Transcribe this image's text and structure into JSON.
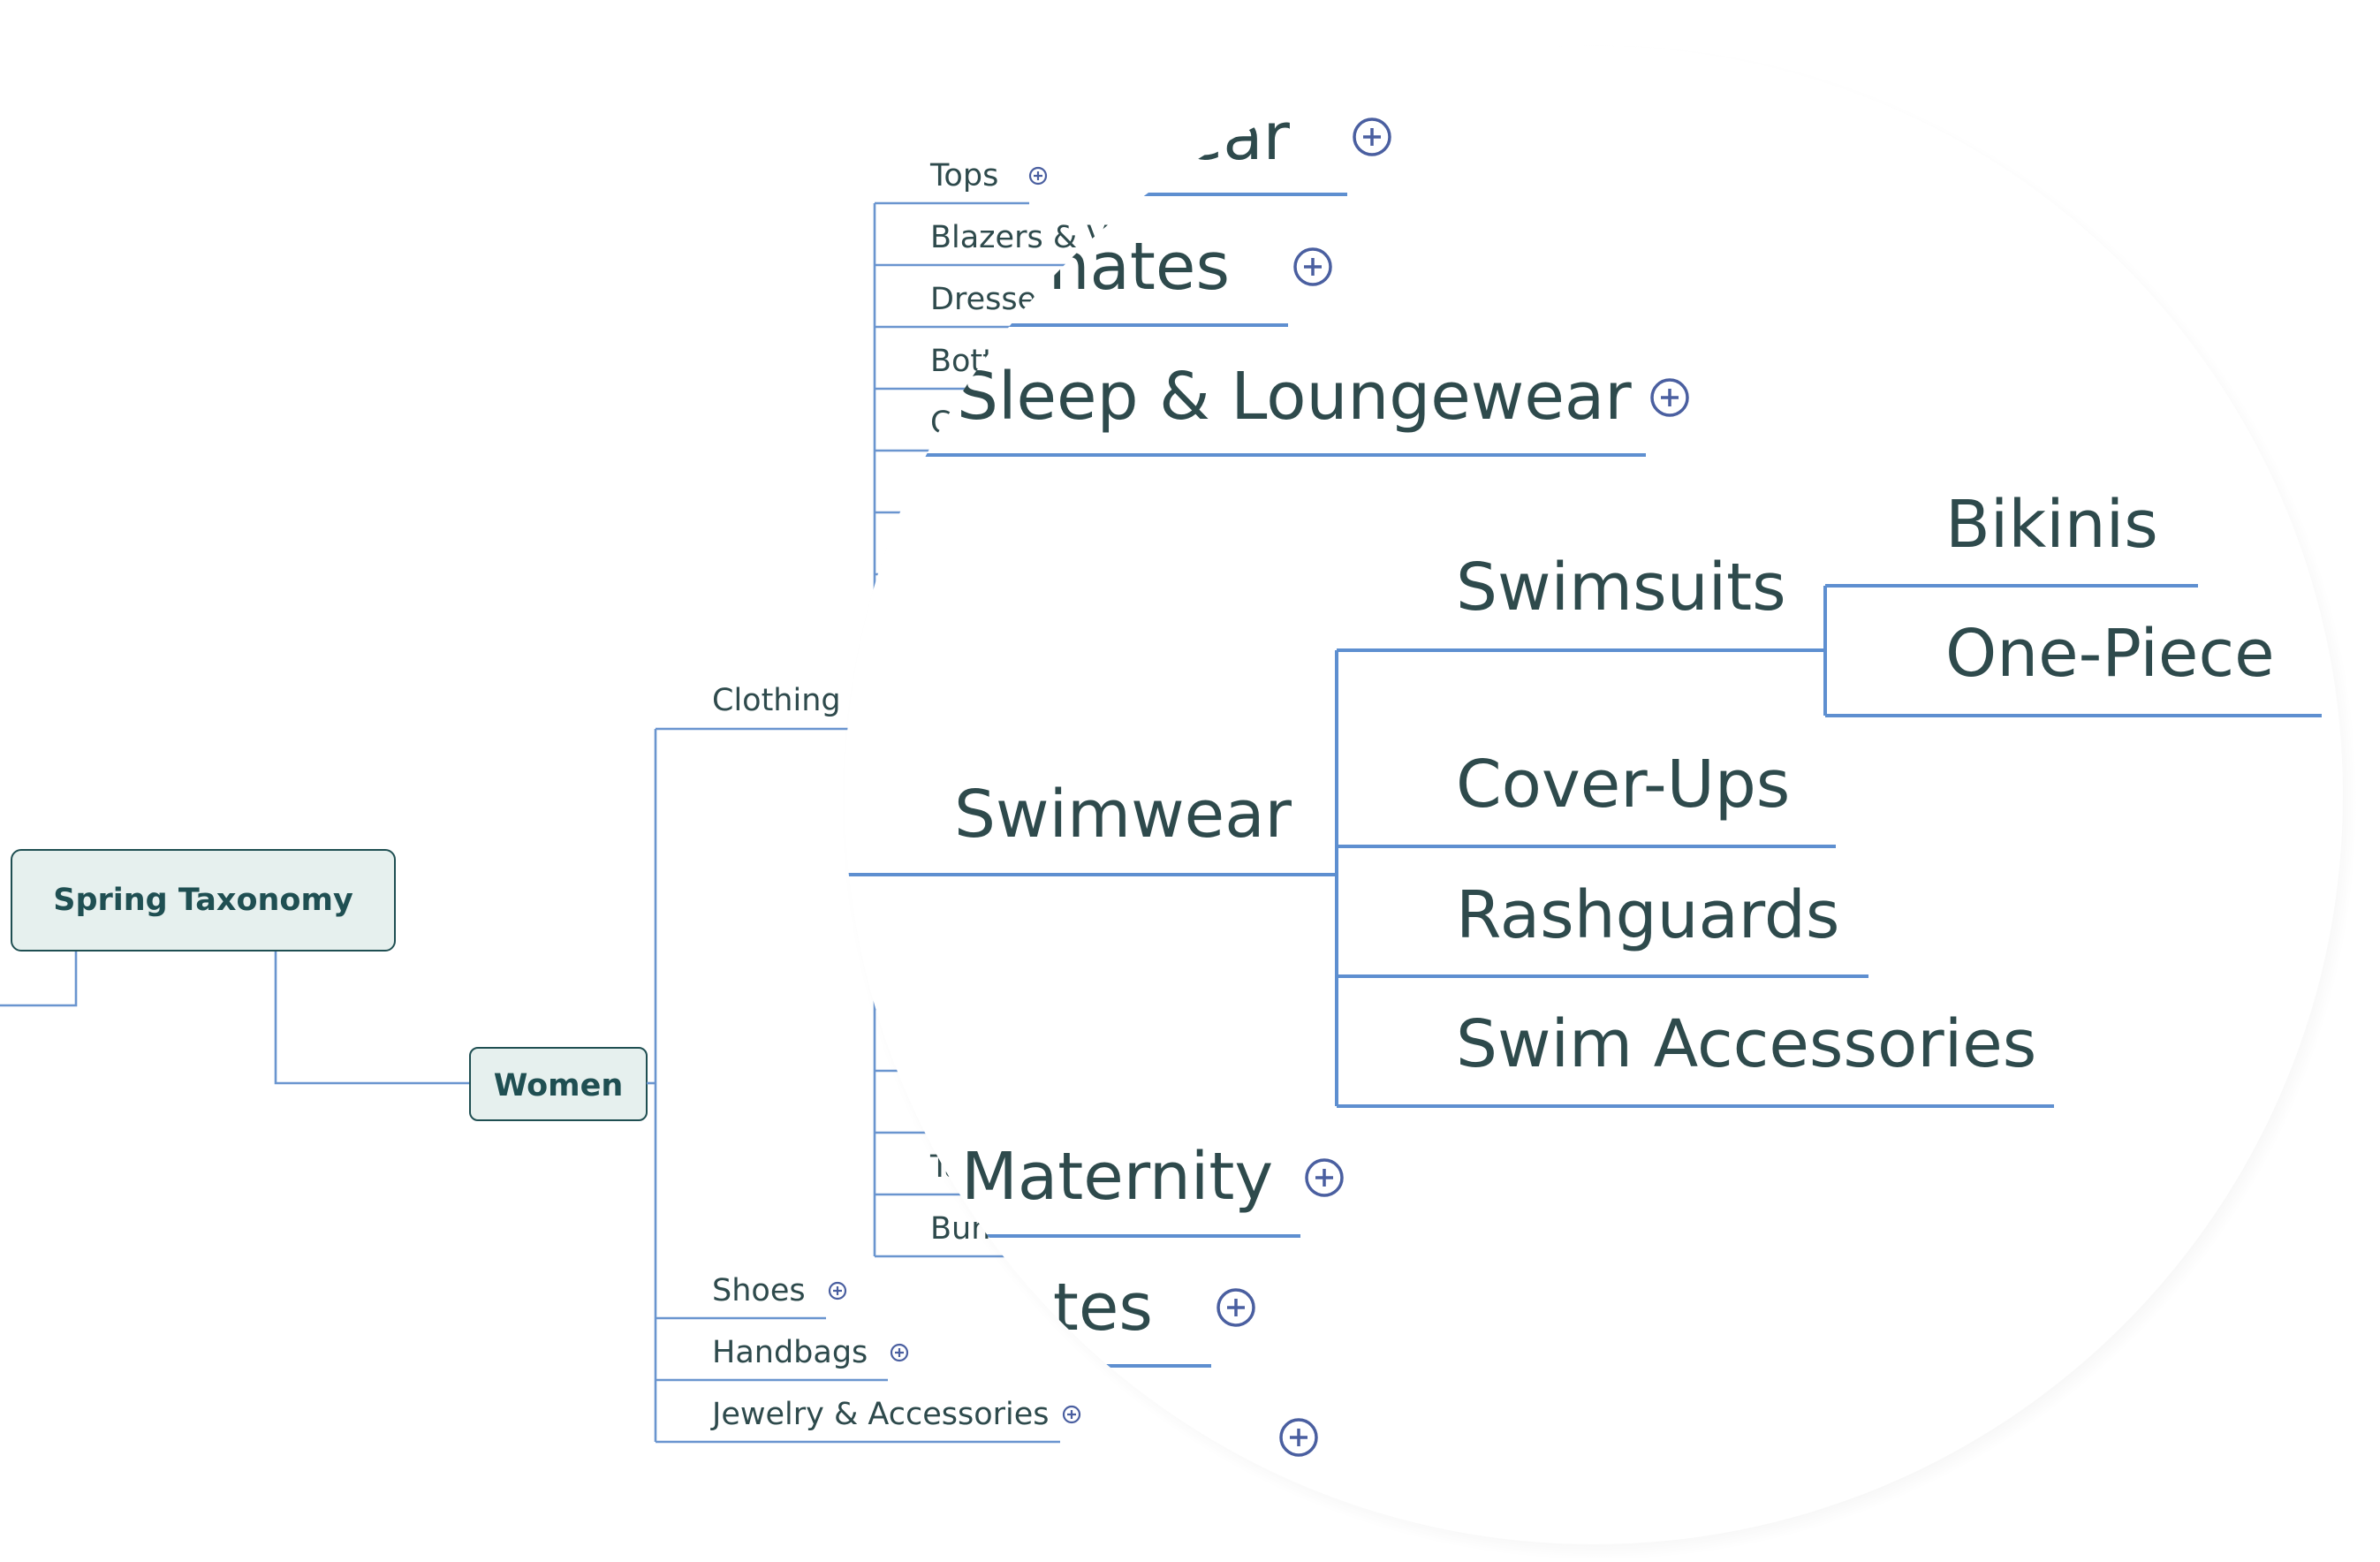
{
  "colors": {
    "connector": "#6a95cf",
    "node_fill": "#e6f0ee",
    "node_border": "#1f4f52",
    "text": "#2e4a4c",
    "expand_icon": "#4a5fa0"
  },
  "root": {
    "label": "Spring Taxonomy"
  },
  "women": {
    "label": "Women"
  },
  "clothing": {
    "label": "Clothing",
    "children": [
      "Tops",
      "Blazers & V",
      "Dresse",
      "Bott",
      "C",
      "Ta",
      "Bund"
    ]
  },
  "women_children": [
    {
      "label": "Shoes",
      "has_children": true
    },
    {
      "label": "Handbags",
      "has_children": true
    },
    {
      "label": "Jewelry & Accessories",
      "has_children": true
    }
  ],
  "magnifier": {
    "clipped_top": [
      "ear",
      "nates",
      "Sleep & Loungewear"
    ],
    "swimwear": {
      "label": "Swimwear",
      "children": [
        "Swimsuits",
        "Cover-Ups",
        "Rashguards",
        "Swim Accessories"
      ],
      "swimsuits_children": [
        "Bikinis",
        "One-Piece"
      ]
    },
    "clipped_bottom": [
      "Maternity",
      "tes"
    ]
  },
  "icons": [
    "expand-icon"
  ]
}
